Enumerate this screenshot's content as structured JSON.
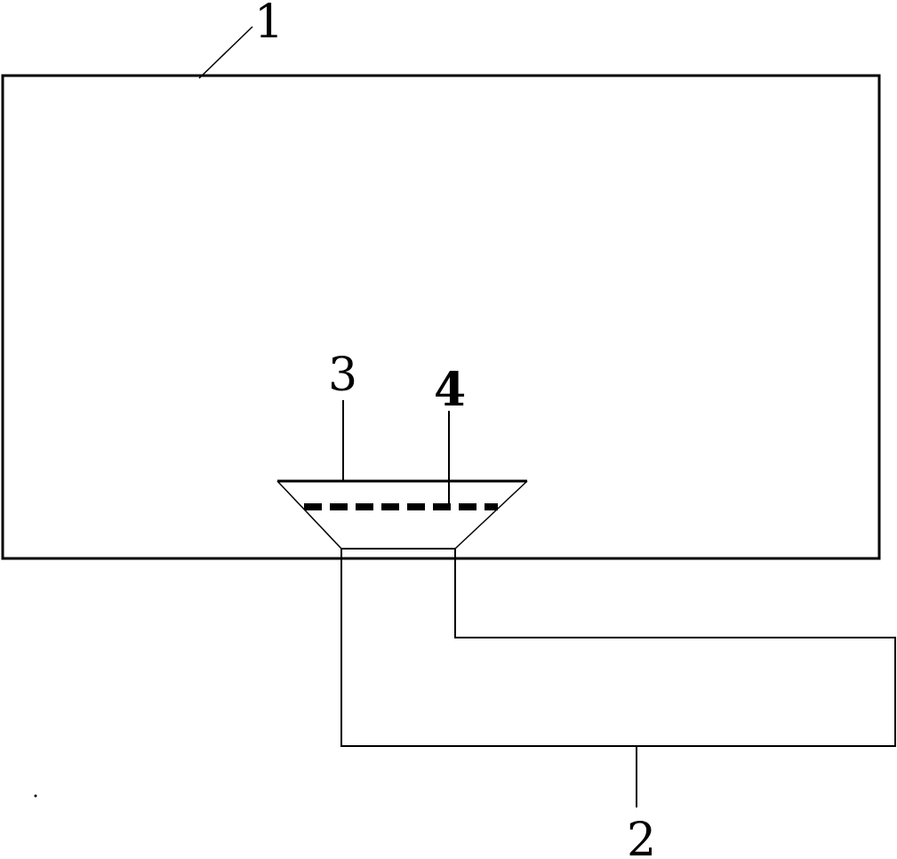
{
  "labels": {
    "part_1": "1",
    "part_2": "2",
    "part_3": "3",
    "part_4": "4"
  },
  "colors": {
    "line": "#000000",
    "background": "#ffffff"
  }
}
